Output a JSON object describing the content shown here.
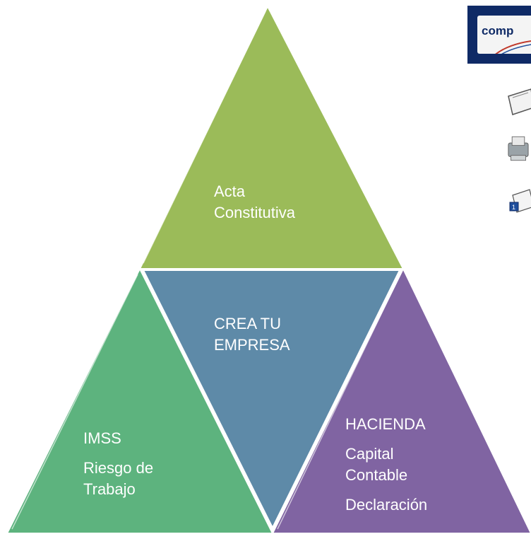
{
  "diagram": {
    "top": {
      "lines": [
        "Acta",
        "Constitutiva"
      ],
      "color": "#9bbb59"
    },
    "center": {
      "lines": [
        "CREA TU",
        "EMPRESA"
      ],
      "color": "#5e8aa8"
    },
    "left": {
      "title": "IMSS",
      "items": [
        "Riesgo de",
        "Trabajo"
      ],
      "color": "#5db37e"
    },
    "right": {
      "title": "HACIENDA",
      "items": [
        "Capital",
        "Contable",
        "Declaración"
      ],
      "color": "#8064a2"
    }
  },
  "logo": {
    "text": "comp",
    "background": "#0f2a66"
  },
  "icons": [
    "note-icon",
    "printer-icon",
    "notepad-icon"
  ]
}
